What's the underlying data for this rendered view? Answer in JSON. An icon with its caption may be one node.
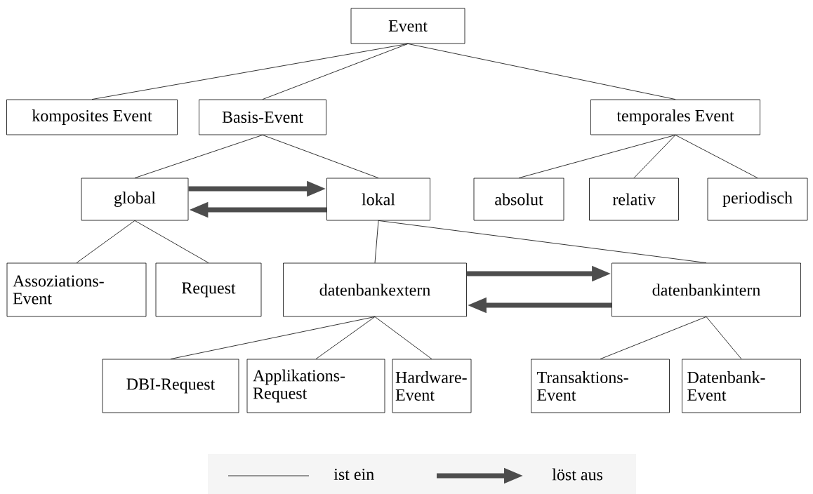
{
  "diagram": {
    "nodes": [
      {
        "text": [
          "Event"
        ]
      },
      {
        "text": [
          "komposites Event"
        ]
      },
      {
        "text": [
          "Basis-Event"
        ]
      },
      {
        "text": [
          "temporales Event"
        ]
      },
      {
        "text": [
          "global"
        ]
      },
      {
        "text": [
          "lokal"
        ]
      },
      {
        "text": [
          "absolut"
        ]
      },
      {
        "text": [
          "relativ"
        ]
      },
      {
        "text": [
          "periodisch"
        ]
      },
      {
        "text": [
          "Assoziations- Event"
        ]
      },
      {
        "text": [
          "Request"
        ]
      },
      {
        "text": [
          "datenbankextern"
        ]
      },
      {
        "text": [
          "datenbankintern"
        ]
      },
      {
        "text": [
          "DBI-Request"
        ]
      },
      {
        "text": [
          "Applikations- Request"
        ]
      },
      {
        "text": [
          "Hardware- Event"
        ]
      },
      {
        "text": [
          "Transaktions- Event"
        ]
      },
      {
        "text": [
          "Datenbank- Event"
        ]
      }
    ],
    "edges": [
      {
        "from": 0,
        "to": 1,
        "arrow": "none"
      },
      {
        "from": 0,
        "to": 2,
        "arrow": "none"
      },
      {
        "from": 0,
        "to": 3,
        "arrow": "none"
      },
      {
        "from": 2,
        "to": 4,
        "arrow": "none"
      },
      {
        "from": 2,
        "to": 5,
        "arrow": "none"
      },
      {
        "from": 3,
        "to": 6,
        "arrow": "none"
      },
      {
        "from": 3,
        "to": 7,
        "arrow": "none"
      },
      {
        "from": 3,
        "to": 8,
        "arrow": "none"
      },
      {
        "from": 4,
        "to": 5,
        "arrow": "to",
        "style": "thick",
        "color": "#4d4d4d"
      },
      {
        "from": 5,
        "to": 4,
        "arrow": "to",
        "style": "thick",
        "color": "#4d4d4d"
      },
      {
        "from": 4,
        "to": 9,
        "arrow": "none"
      },
      {
        "from": 4,
        "to": 10,
        "arrow": "none"
      },
      {
        "from": 5,
        "to": 11,
        "arrow": "none"
      },
      {
        "from": 5,
        "to": 12,
        "arrow": "none"
      },
      {
        "from": 11,
        "to": 12,
        "arrow": "to",
        "style": "thick",
        "color": "#4d4d4d"
      },
      {
        "from": 12,
        "to": 11,
        "arrow": "to",
        "style": "thick",
        "color": "#4d4d4d"
      },
      {
        "from": 11,
        "to": 13,
        "arrow": "none"
      },
      {
        "from": 11,
        "to": 14,
        "arrow": "none"
      },
      {
        "from": 11,
        "to": 15,
        "arrow": "none"
      },
      {
        "from": 12,
        "to": 16,
        "arrow": "none"
      },
      {
        "from": 12,
        "to": 17,
        "arrow": "none"
      }
    ],
    "legend": [
      {
        "text": "ist ein"
      },
      {
        "text": "löst aus"
      }
    ]
  }
}
